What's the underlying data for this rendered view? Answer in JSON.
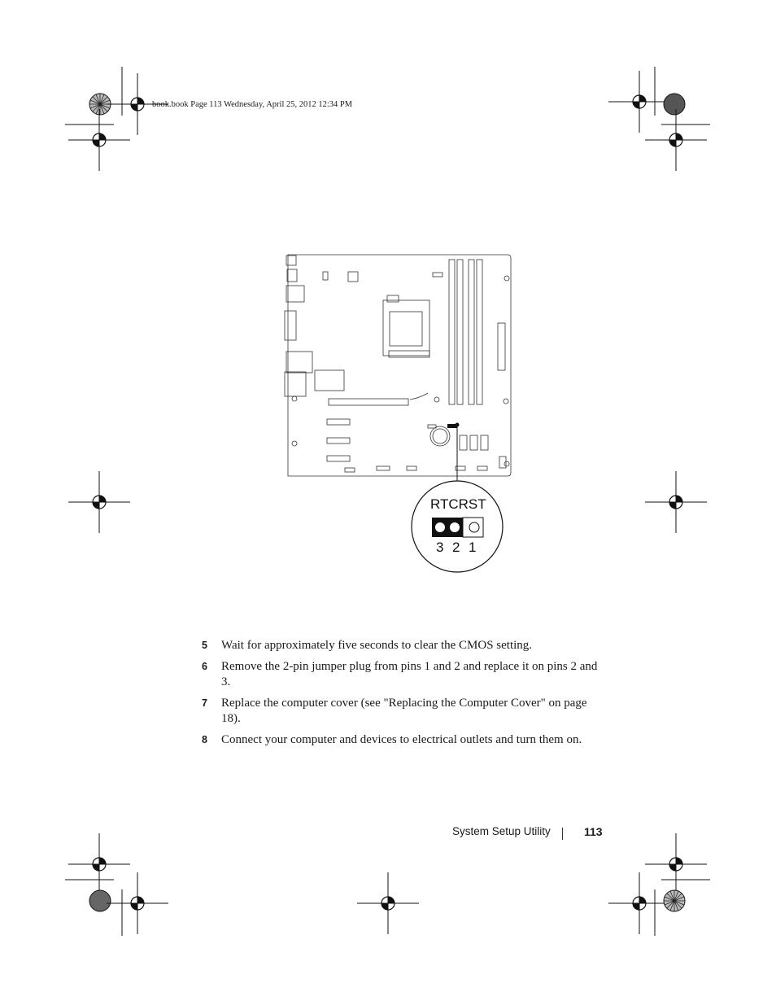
{
  "header": {
    "print_line": "book.book  Page 113  Wednesday, April 25, 2012  12:34 PM"
  },
  "figure": {
    "callout_label": "RTCRST",
    "pin_numbers": [
      "3",
      "2",
      "1"
    ]
  },
  "steps": [
    {
      "num": "5",
      "text": "Wait for approximately five seconds to clear the CMOS setting."
    },
    {
      "num": "6",
      "text": "Remove the 2-pin jumper plug from pins 1 and 2 and replace it on pins 2 and 3."
    },
    {
      "num": "7",
      "text": "Replace the computer cover (see \"Replacing the Computer Cover\" on page 18)."
    },
    {
      "num": "8",
      "text": "Connect your computer and devices to electrical outlets and turn them on."
    }
  ],
  "footer": {
    "section": "System Setup Utility",
    "page_number": "113"
  }
}
